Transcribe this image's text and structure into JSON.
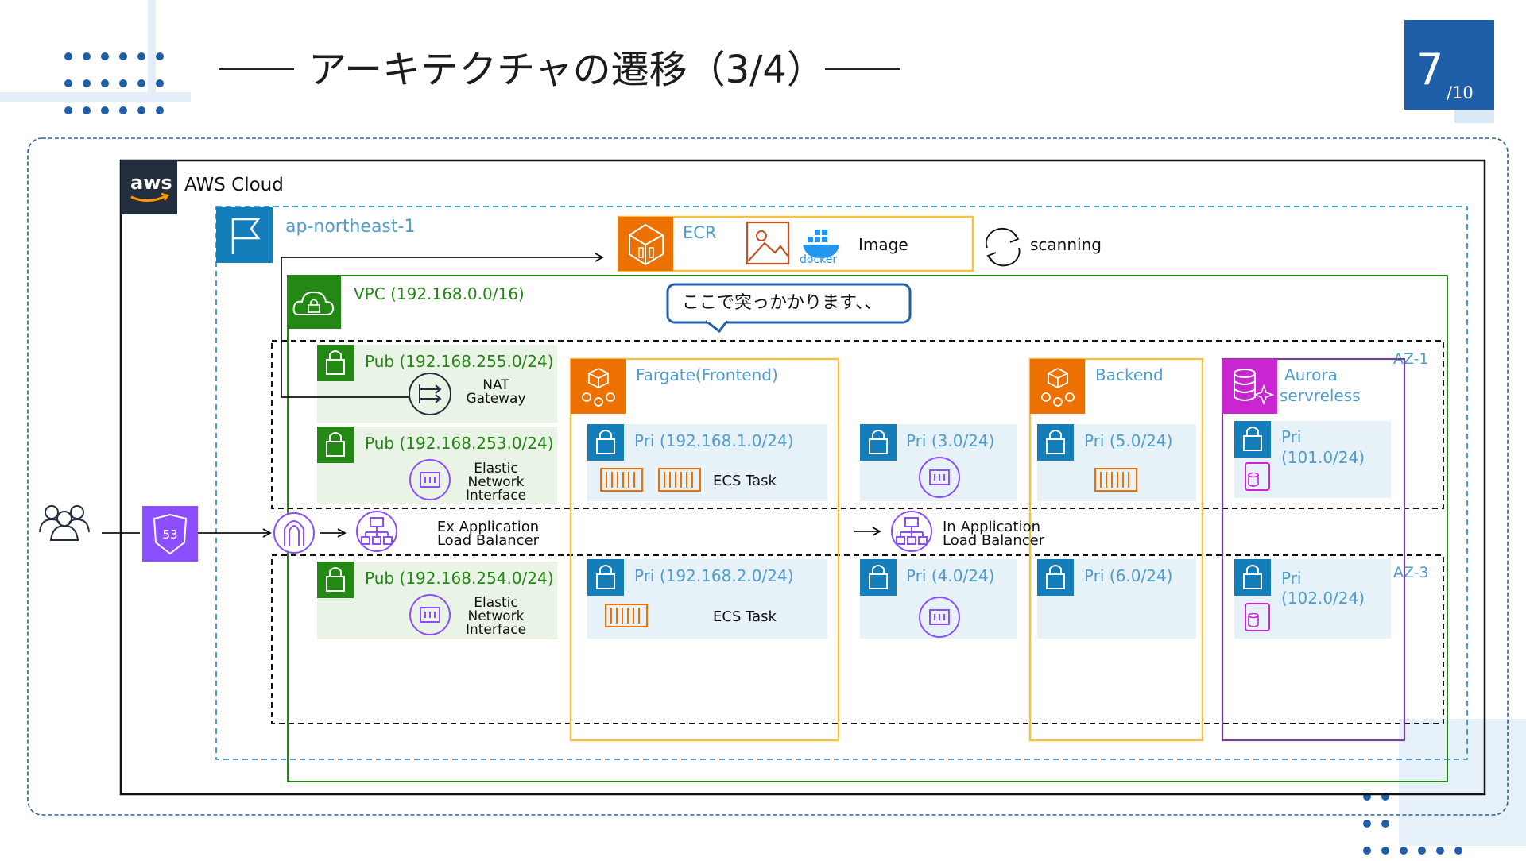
{
  "slide": {
    "title": "アーキテクチャの遷移（3/4）",
    "page_number": "7",
    "page_total": "/10"
  },
  "diagram": {
    "aws_cloud_label": "AWS Cloud",
    "aws_logo_text": "aws",
    "region_label": "ap-northeast-1",
    "vpc_label": "VPC (192.168.0.0/16)",
    "ecr": {
      "label": "ECR",
      "image_label": "Image",
      "docker_text": "docker",
      "scanning_label": "scanning"
    },
    "callout": "ここで突っかかります、、",
    "az1_label": "AZ-1",
    "az3_label": "AZ-3",
    "public_subnets": [
      {
        "label": "Pub (192.168.255.0/24)",
        "resource": [
          "NAT",
          "Gateway"
        ]
      },
      {
        "label": "Pub (192.168.253.0/24)",
        "resource": [
          "Elastic",
          "Network",
          "Interface"
        ]
      },
      {
        "label": "Pub (192.168.254.0/24)",
        "resource": [
          "Elastic",
          "Network",
          "Interface"
        ]
      }
    ],
    "fargate": {
      "label": "Fargate(Frontend)",
      "subnet_az1": "Pri (192.168.1.0/24)",
      "subnet_az3": "Pri (192.168.2.0/24)",
      "task_label": "ECS Task"
    },
    "middle": {
      "subnet_az1": "Pri (3.0/24)",
      "subnet_az3": "Pri (4.0/24)"
    },
    "backend": {
      "label": "Backend",
      "subnet_az1": "Pri (5.0/24)",
      "subnet_az3": "Pri (6.0/24)"
    },
    "aurora": {
      "label": [
        "Aurora",
        "servreless"
      ],
      "subnet_az1": [
        "Pri",
        "(101.0/24)"
      ],
      "subnet_az3": [
        "Pri",
        "(102.0/24)"
      ]
    },
    "route53_label": "53",
    "ex_alb": [
      "Ex Application",
      "Load Balancer"
    ],
    "in_alb": [
      "In Application",
      "Load Balancer"
    ],
    "colors": {
      "aws_dark": "#232f3e",
      "region_blue": "#147eba",
      "vpc_green": "#248814",
      "subnet_green_bg": "#e9f3e6",
      "subnet_blue_bg": "#e6f2f8",
      "orange": "#ed7100",
      "fargate_yellow": "#f5c342",
      "aurora_purple": "#c925d1",
      "purple_icon": "#8c4fff",
      "slide_blue": "#1f5faa"
    }
  }
}
